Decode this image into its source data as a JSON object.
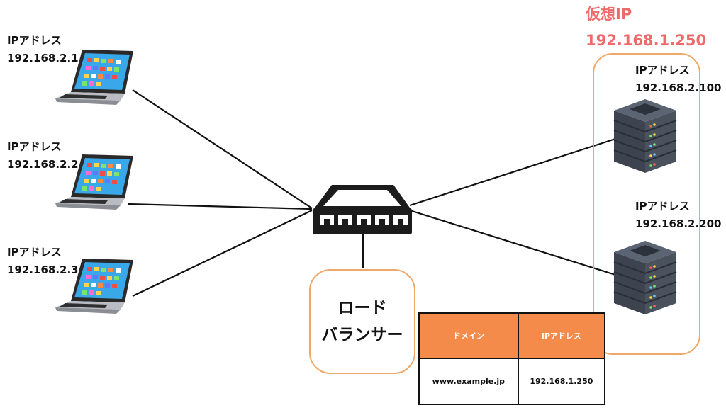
{
  "clients": [
    {
      "label": "IPアドレス",
      "ip": "192.168.2.1"
    },
    {
      "label": "IPアドレス",
      "ip": "192.168.2.2"
    },
    {
      "label": "IPアドレス",
      "ip": "192.168.2.3"
    }
  ],
  "servers": [
    {
      "label": "IPアドレス",
      "ip": "192.168.2.100"
    },
    {
      "label": "IPアドレス",
      "ip": "192.168.2.200"
    }
  ],
  "virtual_ip": {
    "label": "仮想IP",
    "ip": "192.168.1.250"
  },
  "load_balancer": {
    "line1": "ロード",
    "line2": "バランサー"
  },
  "dns_table": {
    "headers": [
      "ドメイン",
      "IPアドレス"
    ],
    "rows": [
      [
        "www.example.jp",
        "192.168.1.250"
      ]
    ]
  },
  "colors": {
    "accent": "#f0a868",
    "header_fill": "#f58b4a",
    "virtual_ip_text": "#ef6b6b"
  }
}
